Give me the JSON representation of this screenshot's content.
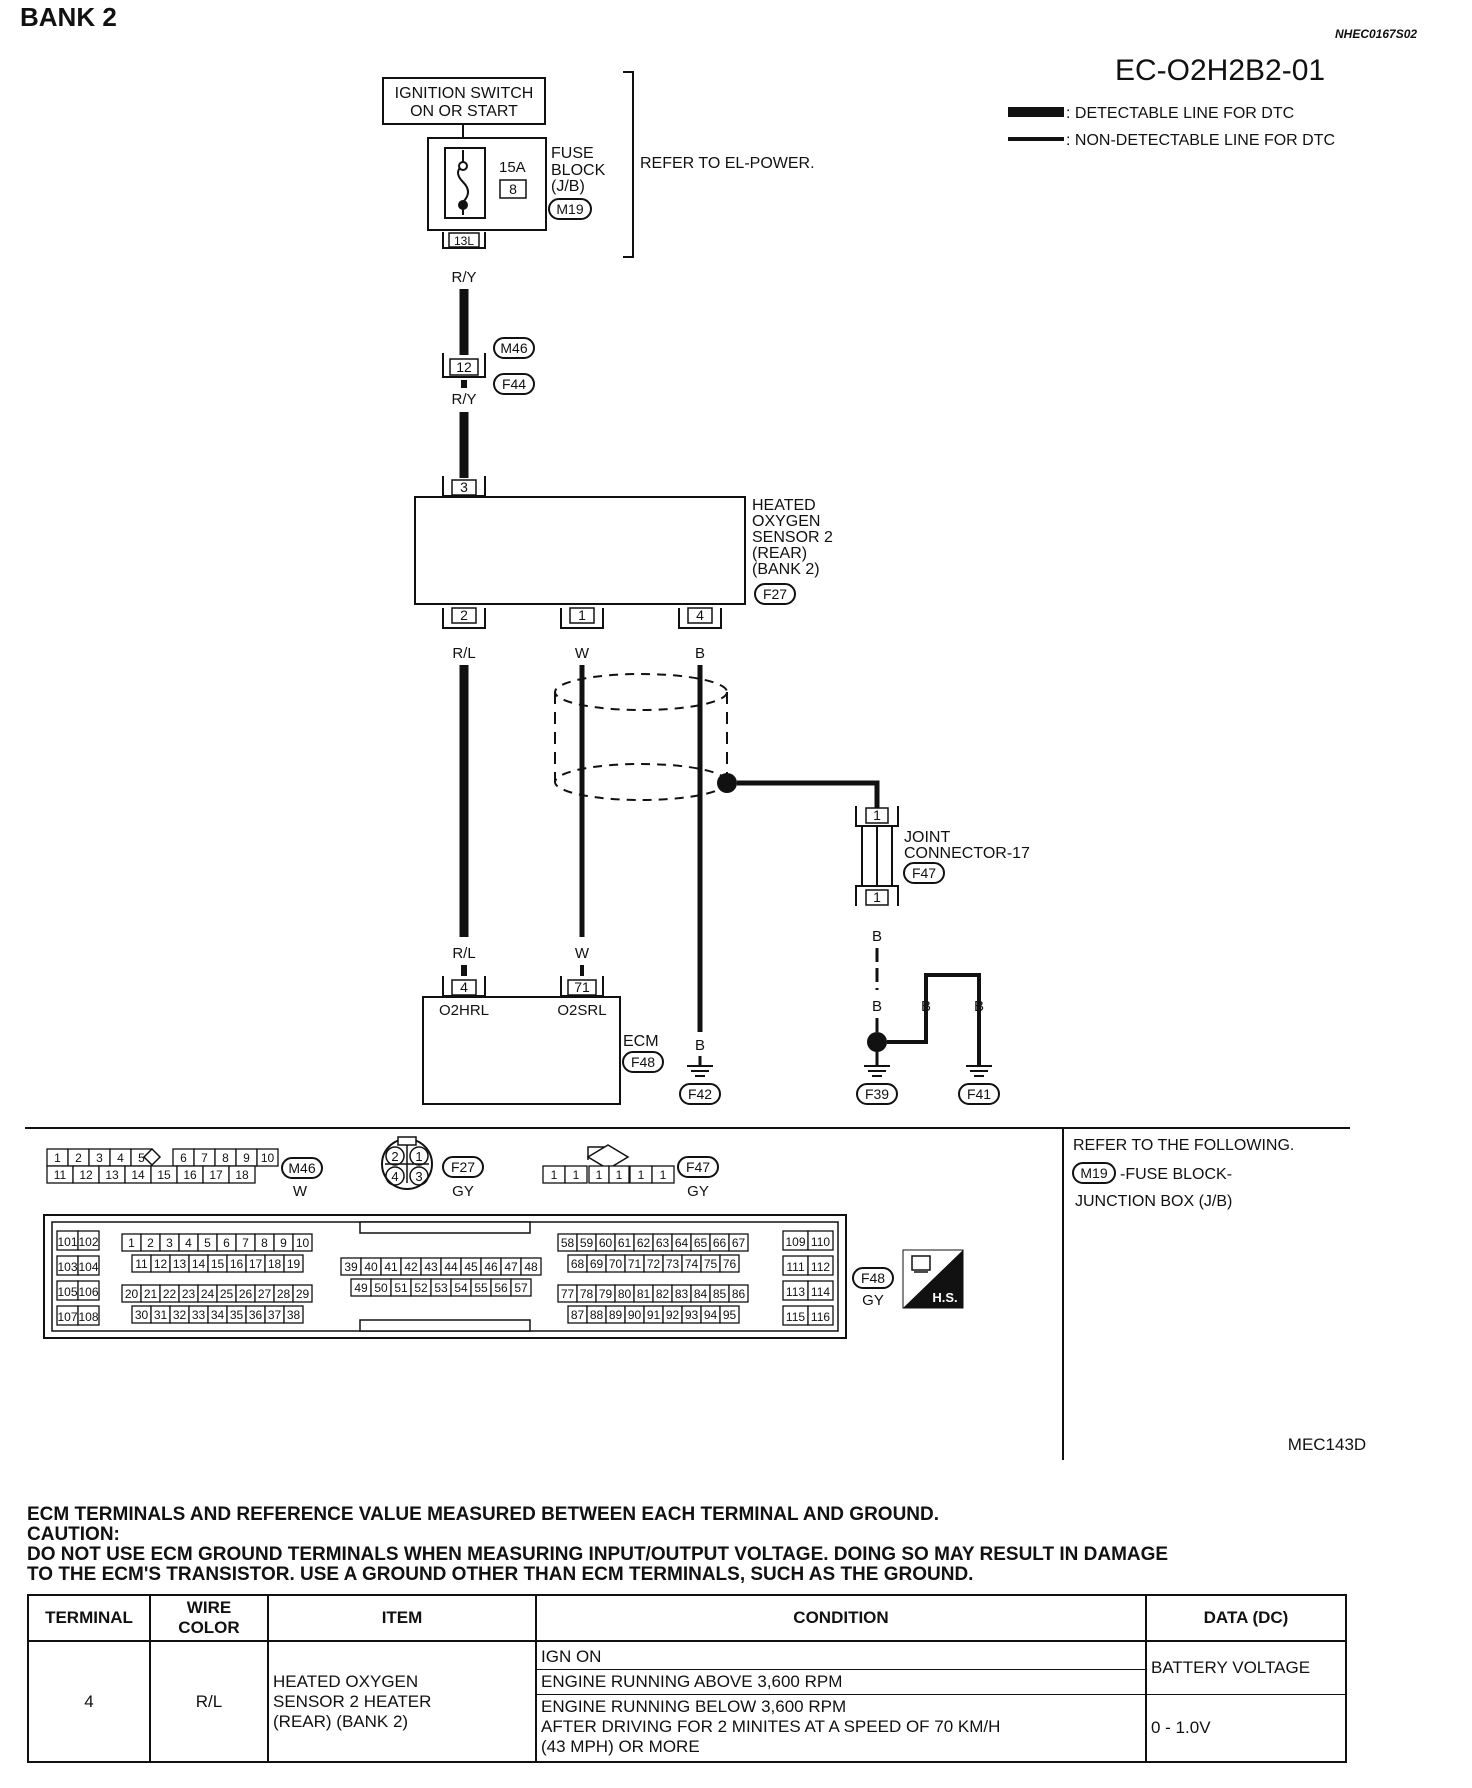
{
  "header": {
    "bank": "BANK 2",
    "section_code": "NHEC0167S02",
    "diagram_code": "EC-O2H2B2-01",
    "legend_detectable": ": DETECTABLE LINE FOR DTC",
    "legend_non_detectable": ": NON-DETECTABLE LINE FOR DTC"
  },
  "diagram": {
    "ignition_line1": "IGNITION SWITCH",
    "ignition_line2": "ON OR START",
    "fuse_amp": "15A",
    "fuse_no": "8",
    "fuse_block_line1": "FUSE",
    "fuse_block_line2": "BLOCK",
    "fuse_block_line3": "(J/B)",
    "fuse_block_conn": "M19",
    "fuse_terminal": "13L",
    "refer_power": "REFER TO EL-POWER.",
    "wire_ry": "R/Y",
    "conn_m46": "M46",
    "conn_f44": "F44",
    "terminal_12": "12",
    "terminal_3": "3",
    "sensor_line1": "HEATED",
    "sensor_line2": "OXYGEN",
    "sensor_line3": "SENSOR 2",
    "sensor_line4": "(REAR)",
    "sensor_line5": "(BANK 2)",
    "sensor_conn": "F27",
    "terminal_2": "2",
    "terminal_1": "1",
    "terminal_4": "4",
    "wire_rl": "R/L",
    "wire_w": "W",
    "wire_b": "B",
    "joint_line1": "JOINT",
    "joint_line2": "CONNECTOR-17",
    "joint_conn": "F47",
    "ecm_terminal_4": "4",
    "ecm_terminal_71": "71",
    "ecm_pin_o2hrl": "O2HRL",
    "ecm_pin_o2srl": "O2SRL",
    "ecm_label": "ECM",
    "ecm_conn": "F48",
    "ground_f42": "F42",
    "ground_f39": "F39",
    "ground_f41": "F41"
  },
  "connectors": {
    "m46_top": [
      "1",
      "2",
      "3",
      "4",
      "5",
      "",
      "6",
      "7",
      "8",
      "9",
      "10"
    ],
    "m46_bottom": [
      "11",
      "12",
      "13",
      "14",
      "15",
      "16",
      "17",
      "18"
    ],
    "m46_label": "M46",
    "m46_color": "W",
    "f27_pins": [
      "2",
      "1",
      "4",
      "3"
    ],
    "f27_label": "F27",
    "f27_color": "GY",
    "f47_pins": [
      "1",
      "1",
      "1",
      "1",
      "1",
      "1"
    ],
    "f47_label": "F47",
    "f47_color": "GY",
    "f48_label": "F48",
    "f48_color": "GY",
    "hs_label": "H.S.",
    "refer_following": "REFER TO THE FOLLOWING.",
    "refer_conn": "M19",
    "refer_fuse_block": "-FUSE BLOCK-",
    "refer_junction": "JUNCTION BOX (J/B)",
    "figure_code": "MEC143D",
    "ecm_left_cells": [
      [
        "101",
        "102"
      ],
      [
        "103",
        "104"
      ],
      [
        "105",
        "106"
      ],
      [
        "107",
        "108"
      ]
    ],
    "ecm_row1": [
      "1",
      "2",
      "3",
      "4",
      "5",
      "6",
      "7",
      "8",
      "9",
      "10"
    ],
    "ecm_row2": [
      "11",
      "12",
      "13",
      "14",
      "15",
      "16",
      "17",
      "18",
      "19"
    ],
    "ecm_row3": [
      "20",
      "21",
      "22",
      "23",
      "24",
      "25",
      "26",
      "27",
      "28",
      "29"
    ],
    "ecm_row4": [
      "30",
      "31",
      "32",
      "33",
      "34",
      "35",
      "36",
      "37",
      "38"
    ],
    "ecm_mid1": [
      "39",
      "40",
      "41",
      "42",
      "43",
      "44",
      "45",
      "46",
      "47",
      "48"
    ],
    "ecm_mid2": [
      "49",
      "50",
      "51",
      "52",
      "53",
      "54",
      "55",
      "56",
      "57"
    ],
    "ecm_r1": [
      "58",
      "59",
      "60",
      "61",
      "62",
      "63",
      "64",
      "65",
      "66",
      "67"
    ],
    "ecm_r2": [
      "68",
      "69",
      "70",
      "71",
      "72",
      "73",
      "74",
      "75",
      "76"
    ],
    "ecm_r3": [
      "77",
      "78",
      "79",
      "80",
      "81",
      "82",
      "83",
      "84",
      "85",
      "86"
    ],
    "ecm_r4": [
      "87",
      "88",
      "89",
      "90",
      "91",
      "92",
      "93",
      "94",
      "95"
    ],
    "ecm_right_cells": [
      [
        "109",
        "110"
      ],
      [
        "111",
        "112"
      ],
      [
        "113",
        "114"
      ],
      [
        "115",
        "116"
      ]
    ]
  },
  "notes": {
    "heading": "ECM TERMINALS AND REFERENCE VALUE MEASURED BETWEEN EACH TERMINAL AND GROUND.",
    "caution_label": "CAUTION:",
    "caution_text1": "DO NOT USE ECM GROUND TERMINALS WHEN MEASURING INPUT/OUTPUT VOLTAGE. DOING SO MAY RESULT IN DAMAGE",
    "caution_text2": "TO THE ECM'S TRANSISTOR. USE A GROUND OTHER THAN ECM TERMINALS, SUCH AS THE GROUND."
  },
  "table": {
    "headers": {
      "terminal": "TERMINAL",
      "wire_color": "WIRE COLOR",
      "item": "ITEM",
      "condition": "CONDITION",
      "data": "DATA (DC)"
    },
    "row": {
      "terminal": "4",
      "wire_color": "R/L",
      "item_line1": "HEATED OXYGEN",
      "item_line2": "SENSOR 2 HEATER",
      "item_line3": "(REAR) (BANK 2)",
      "cond1": "IGN ON",
      "cond2": "ENGINE RUNNING ABOVE 3,600 RPM",
      "cond3_line1": "ENGINE RUNNING BELOW 3,600 RPM",
      "cond3_line2": "AFTER DRIVING FOR 2 MINITES AT A SPEED OF 70 KM/H",
      "cond3_line3": "(43 MPH) OR MORE",
      "data1": "BATTERY VOLTAGE",
      "data2": "0 - 1.0V"
    }
  }
}
